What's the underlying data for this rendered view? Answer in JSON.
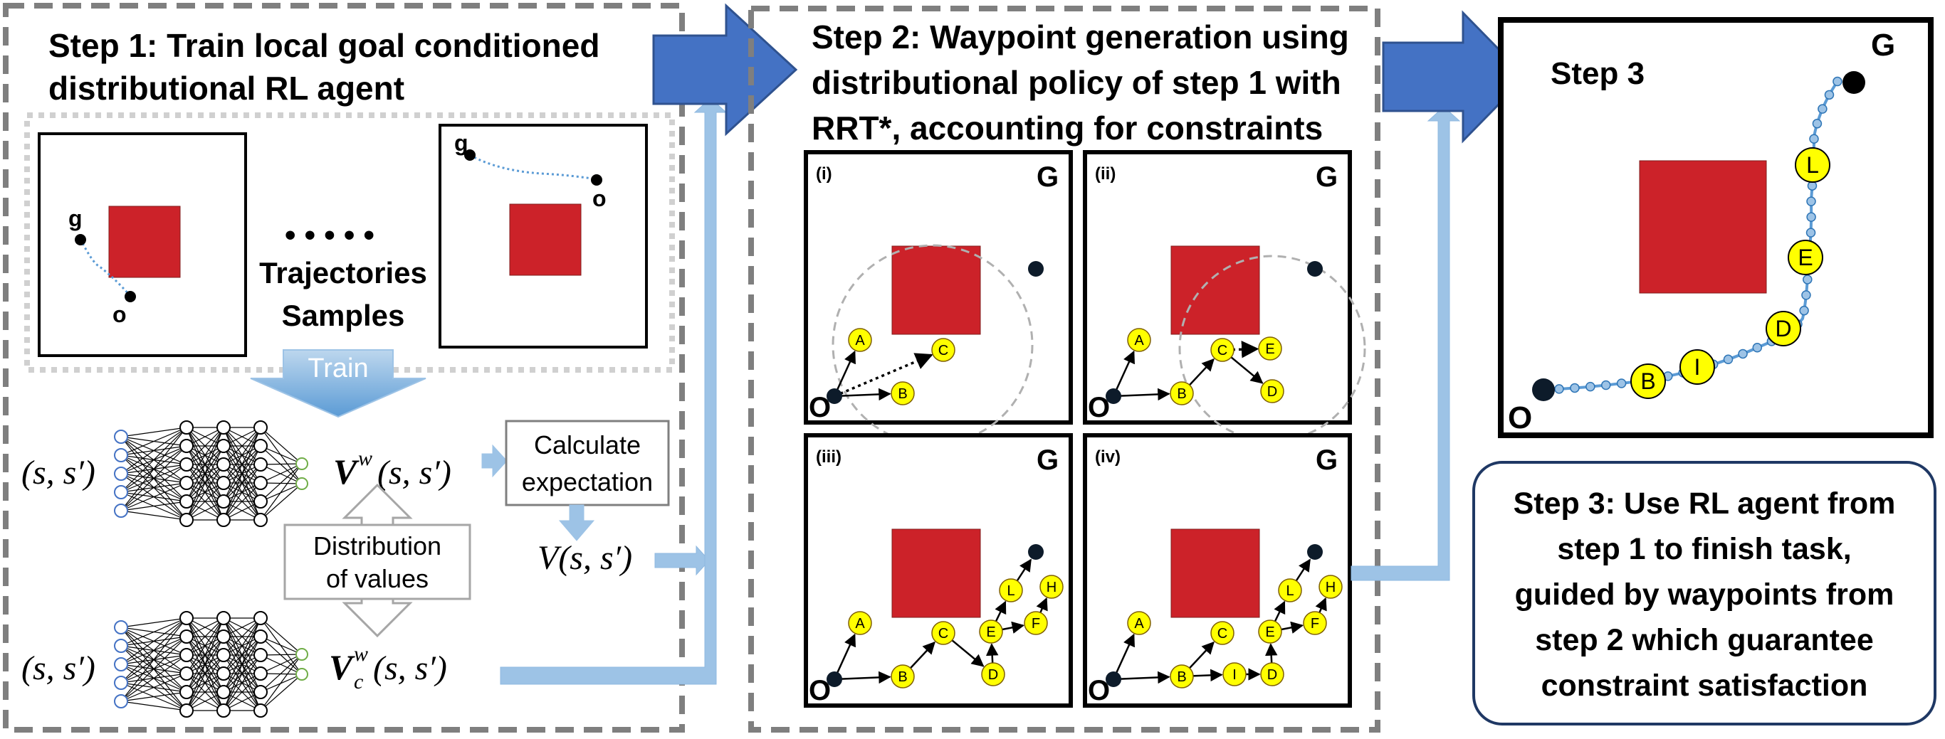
{
  "step1": {
    "title_line1": "Step 1: Train local goal conditioned",
    "title_line2": "distributional RL agent",
    "goal_label": "g",
    "origin_label": "o",
    "dots": "• • • • •",
    "samples_line1": "Trajectories",
    "samples_line2": "Samples",
    "train_label": "Train",
    "input_label": "(s, s′)",
    "value_net_label": "V",
    "value_net_sup": "w",
    "value_net_args": "(s, s′)",
    "cost_net_label": "V",
    "cost_net_sup": "w",
    "cost_net_sub": "c",
    "cost_net_args": "(s, s′)",
    "calc_line1": "Calculate",
    "calc_line2": "expectation",
    "dist_line1": "Distribution",
    "dist_line2": "of values",
    "expected_label": "V(s, s′)"
  },
  "step2": {
    "title_line1": "Step 2: Waypoint generation using",
    "title_line2": "distributional policy of step 1 with",
    "title_line3": "RRT*, accounting for constraints",
    "panels": [
      {
        "id": "(i)",
        "goal": "G",
        "origin": "O"
      },
      {
        "id": "(ii)",
        "goal": "G",
        "origin": "O"
      },
      {
        "id": "(iii)",
        "goal": "G",
        "origin": "O"
      },
      {
        "id": "(iv)",
        "goal": "G",
        "origin": "O"
      }
    ],
    "nodes": [
      "A",
      "B",
      "C",
      "D",
      "E",
      "F",
      "H",
      "L",
      "I"
    ]
  },
  "step3": {
    "panel_title": "Step 3",
    "goal": "G",
    "origin": "O",
    "waypoints": [
      "B",
      "I",
      "D",
      "E",
      "L"
    ],
    "desc_line1": "Step 3: Use RL agent from",
    "desc_line2": "step 1 to finish task,",
    "desc_line3": "guided by waypoints from",
    "desc_line4": "step 2 which guarantee",
    "desc_line5": "constraint satisfaction"
  },
  "colors": {
    "obstacle": "#cc2229",
    "waypoint": "#ffff00",
    "arrow_blue": "#4472c4",
    "light_blue": "#9dc3e6",
    "dashed_border": "#7f7f7f",
    "traj_blue": "#5b9bd5"
  }
}
